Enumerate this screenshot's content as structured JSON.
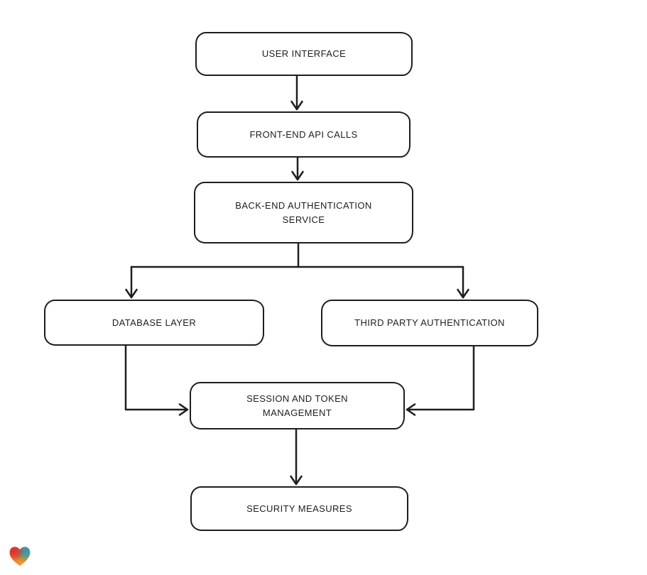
{
  "app": {
    "background_color": "#ffffff"
  },
  "diagram": {
    "type": "flowchart",
    "direction": "top-down",
    "style": "hand-drawn",
    "stroke_color": "#1e1e1e",
    "node_fill": "#ffffff",
    "nodes": [
      {
        "id": "user-interface",
        "label": "USER INTERFACE"
      },
      {
        "id": "frontend-api-calls",
        "label": "FRONT-END API CALLS"
      },
      {
        "id": "backend-authentication-service",
        "label": "BACK-END AUTHENTICATION SERVICE"
      },
      {
        "id": "database-layer",
        "label": "DATABASE LAYER"
      },
      {
        "id": "third-party-authentication",
        "label": "THIRD PARTY AUTHENTICATION"
      },
      {
        "id": "session-and-token-management",
        "label": "SESSION AND TOKEN MANAGEMENT"
      },
      {
        "id": "security-measures",
        "label": "SECURITY MEASURES"
      }
    ],
    "edges": [
      {
        "from": "user-interface",
        "to": "frontend-api-calls",
        "arrow": "down"
      },
      {
        "from": "frontend-api-calls",
        "to": "backend-authentication-service",
        "arrow": "down"
      },
      {
        "from": "backend-authentication-service",
        "to": "database-layer",
        "arrow": "down"
      },
      {
        "from": "backend-authentication-service",
        "to": "third-party-authentication",
        "arrow": "down"
      },
      {
        "from": "database-layer",
        "to": "session-and-token-management",
        "arrow": "right"
      },
      {
        "from": "third-party-authentication",
        "to": "session-and-token-management",
        "arrow": "left"
      },
      {
        "from": "session-and-token-management",
        "to": "security-measures",
        "arrow": "down"
      }
    ]
  },
  "branding": {
    "logo": "eraser-heart-logo",
    "logo_colors": [
      "#e5332a",
      "#f2992e",
      "#2d93d8",
      "#2aa894"
    ]
  }
}
